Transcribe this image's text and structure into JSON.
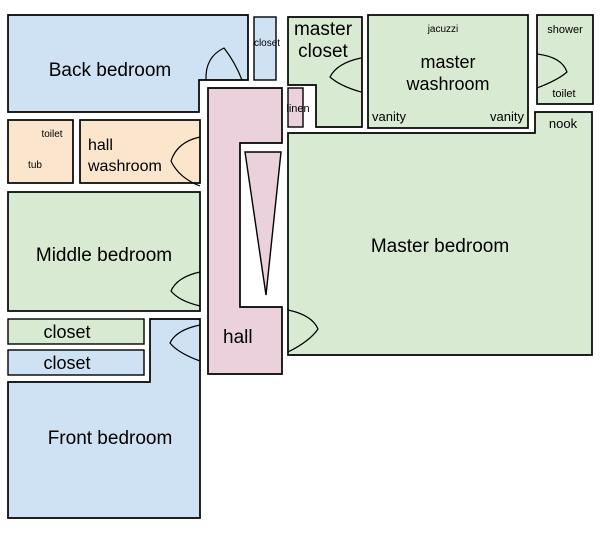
{
  "colors": {
    "room_blue": "#cfe2f3",
    "room_green": "#d9ead3",
    "room_orange": "#fce5cd",
    "room_pink": "#ead1dc",
    "wall": "#000000",
    "background": "#ffffff"
  },
  "rooms": {
    "back_bedroom": {
      "label": "Back bedroom"
    },
    "top_closet": {
      "label": "closet"
    },
    "master_closet": {
      "line1": "master",
      "line2": "closet"
    },
    "linen_closet": {
      "label": "linen"
    },
    "master_washroom": {
      "line1": "master",
      "line2": "washroom",
      "jacuzzi": "jacuzzi",
      "vanity_left": "vanity",
      "vanity_right": "vanity"
    },
    "shower_room": {
      "shower": "shower",
      "toilet": "toilet"
    },
    "tub_room": {
      "toilet": "toilet",
      "tub": "tub"
    },
    "hall_washroom": {
      "line1": "hall",
      "line2": "washroom"
    },
    "middle_bedroom": {
      "label": "Middle bedroom"
    },
    "master_bedroom": {
      "label": "Master bedroom",
      "nook": "nook"
    },
    "hall": {
      "label": "hall"
    },
    "closet_upper": {
      "label": "closet"
    },
    "closet_lower": {
      "label": "closet"
    },
    "front_bedroom": {
      "label": "Front bedroom"
    }
  }
}
